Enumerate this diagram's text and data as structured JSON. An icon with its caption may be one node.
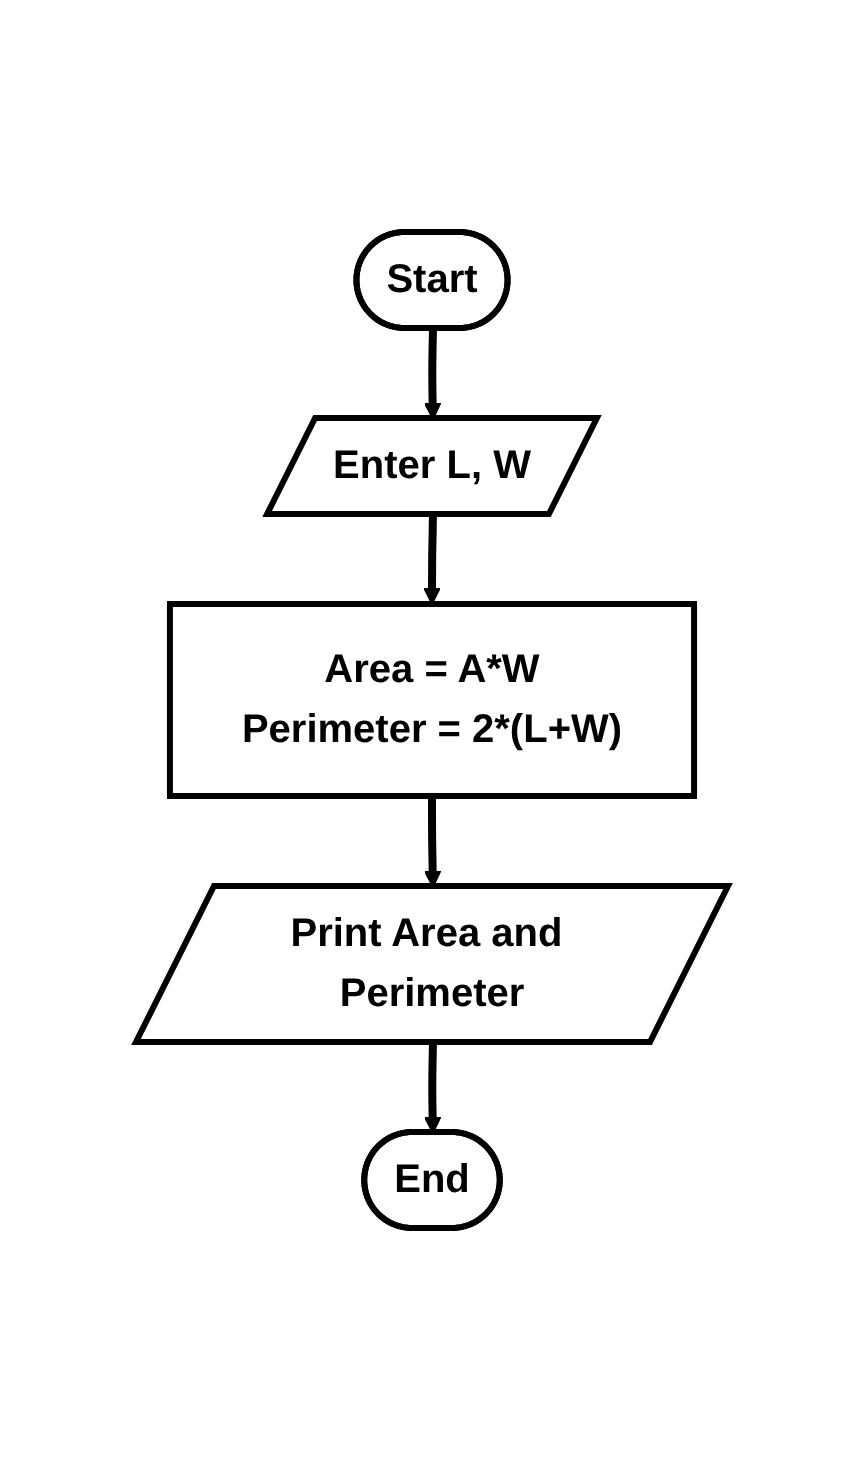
{
  "diagram": {
    "nodes": [
      {
        "text": [
          "Start"
        ]
      },
      {
        "text": [
          "Enter L, W"
        ]
      },
      {
        "text": [
          "Area = A*W",
          "Perimeter = 2*(L+W)"
        ]
      },
      {
        "text": [
          "Print Area and Perimeter"
        ]
      },
      {
        "text": [
          "End"
        ]
      }
    ],
    "edges": [
      {
        "from": 0,
        "to": 1,
        "arrow": "to"
      },
      {
        "from": 1,
        "to": 2,
        "arrow": "to"
      },
      {
        "from": 2,
        "to": 3,
        "arrow": "to"
      },
      {
        "from": 3,
        "to": 4,
        "arrow": "to"
      }
    ]
  }
}
